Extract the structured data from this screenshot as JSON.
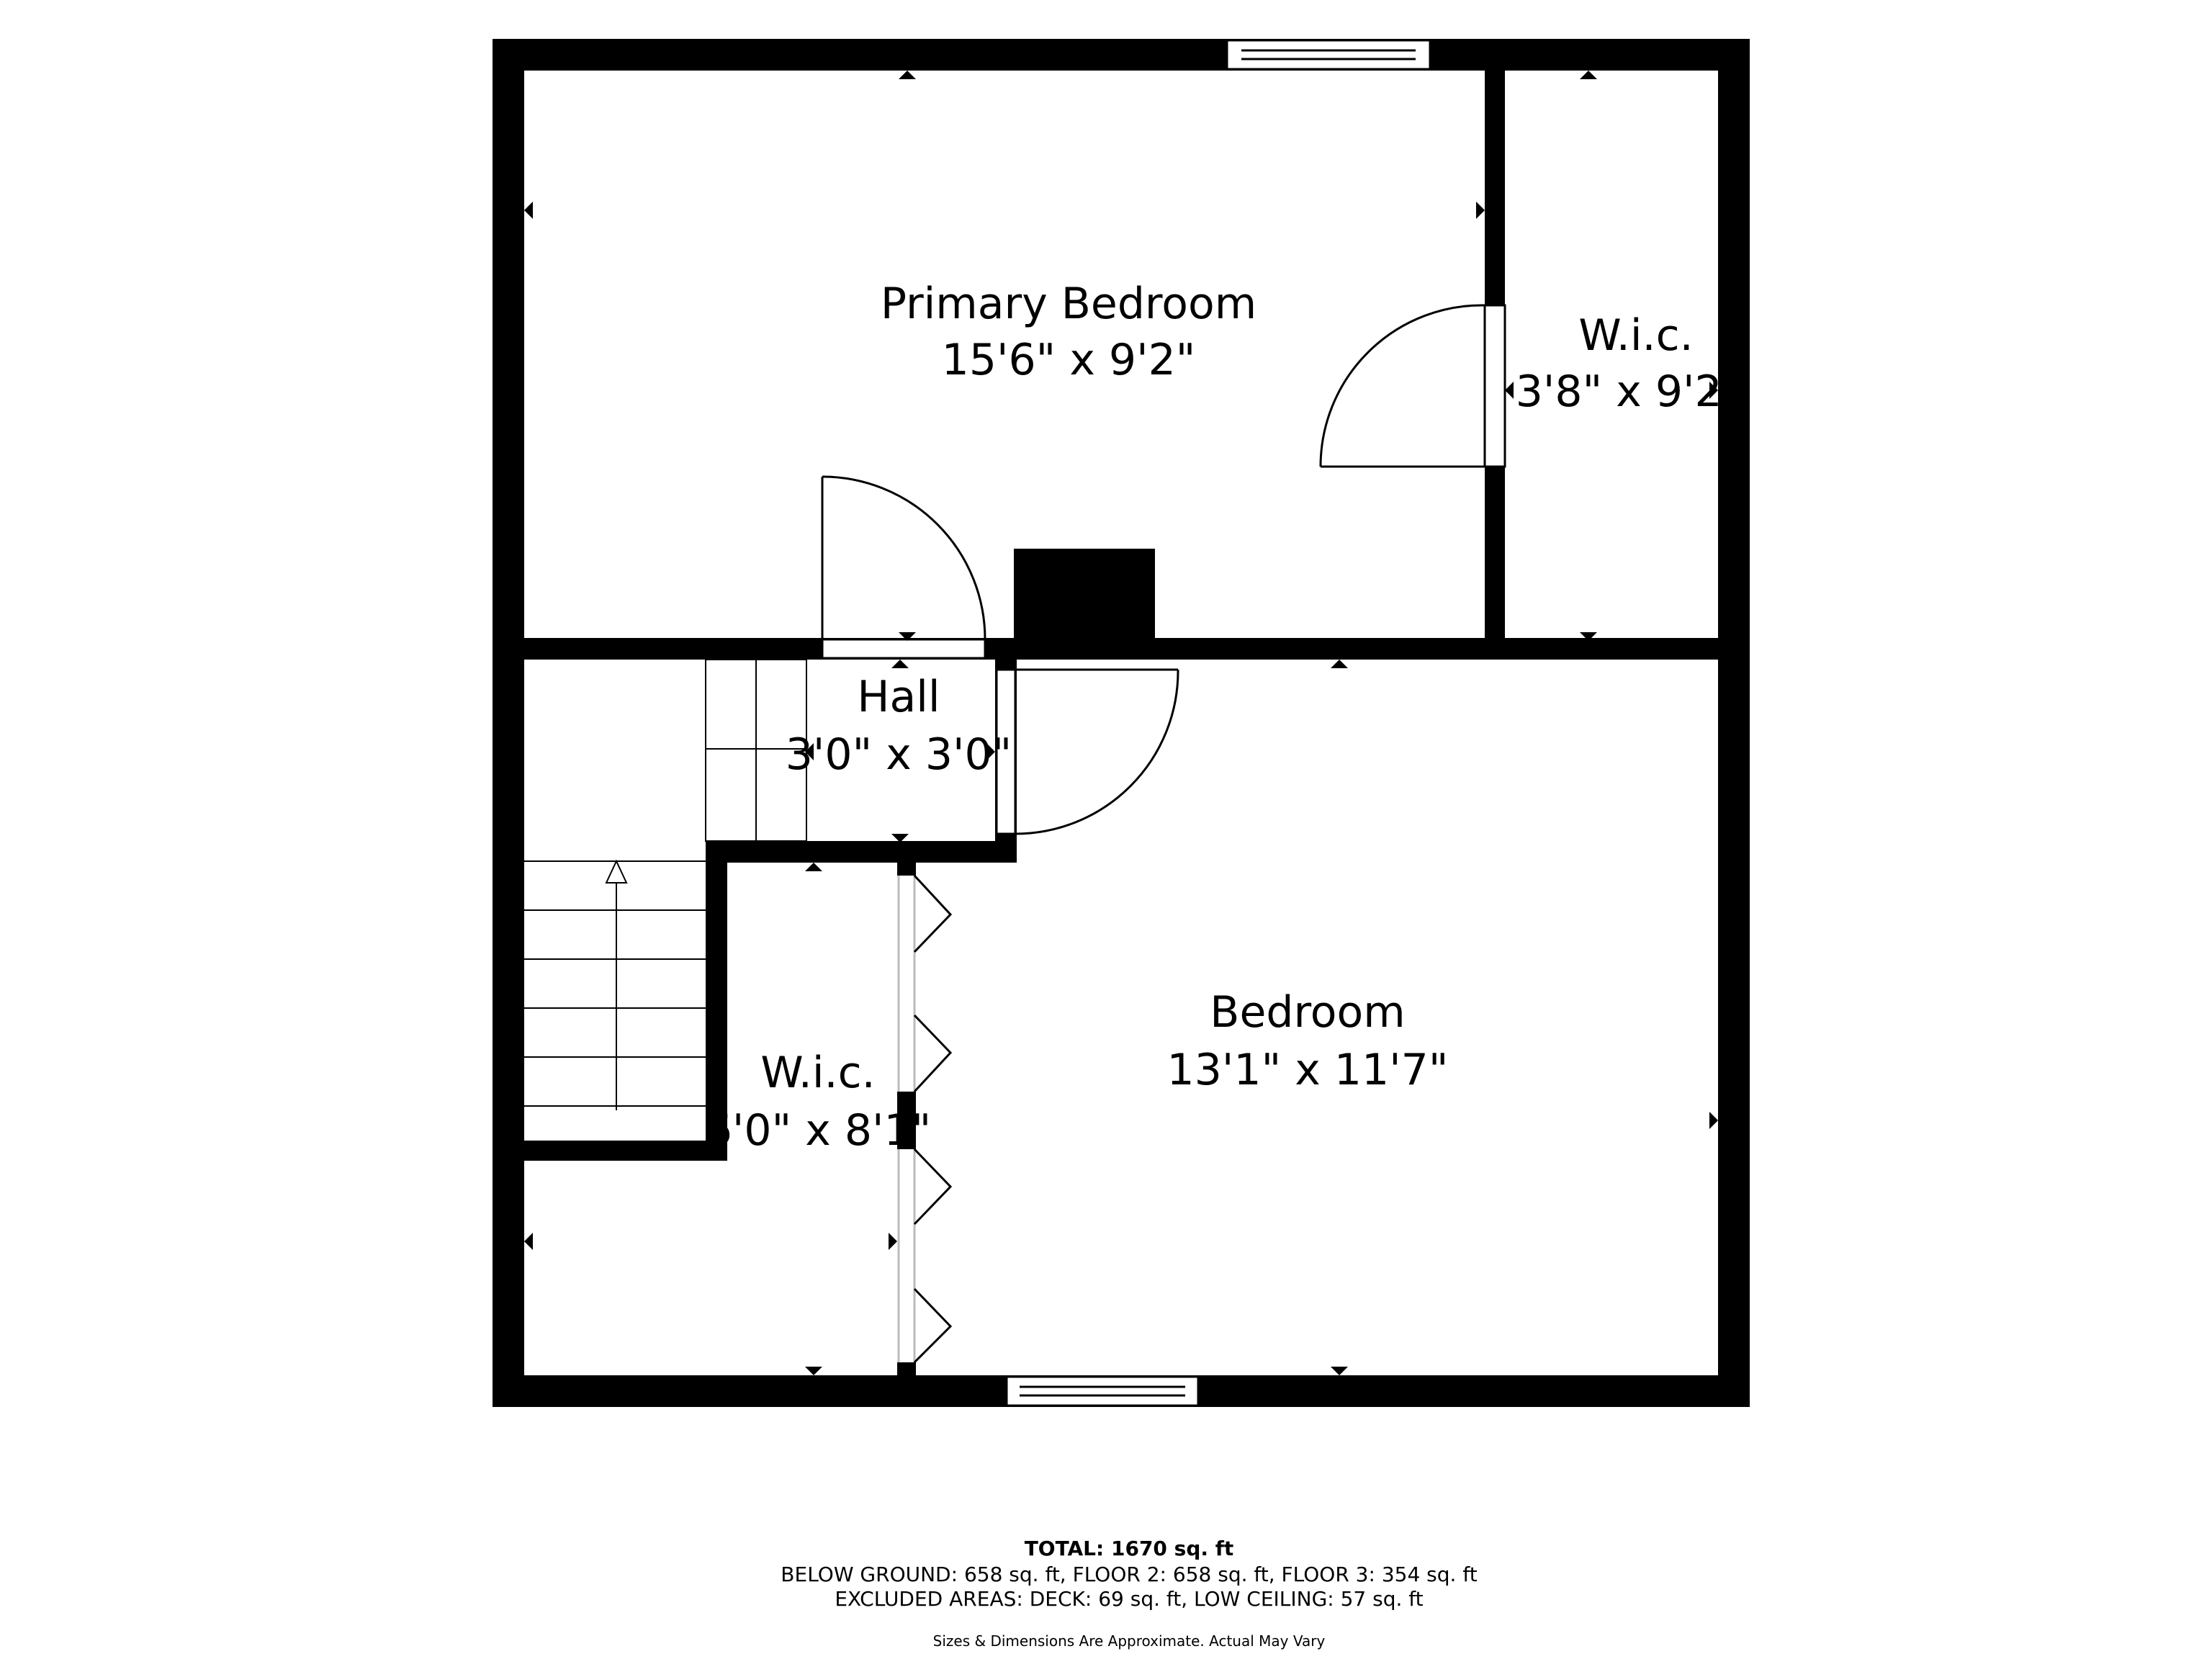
{
  "rooms": {
    "primary_bedroom": {
      "name": "Primary Bedroom",
      "dims": "15'6\" x 9'2\""
    },
    "wic_right": {
      "name": "W.i.c.",
      "dims": "3'8\" x 9'2\""
    },
    "hall": {
      "name": "Hall",
      "dims": "3'0\" x 3'0\""
    },
    "bedroom": {
      "name": "Bedroom",
      "dims": "13'1\" x 11'7\""
    },
    "wic_left": {
      "name": "W.i.c.",
      "dims": "6'0\" x 8'1\""
    }
  },
  "footer": {
    "total": "TOTAL: 1670 sq. ft",
    "breakdown": "BELOW GROUND: 658 sq. ft, FLOOR 2: 658 sq. ft, FLOOR 3: 354 sq. ft",
    "excluded": "EXCLUDED AREAS: DECK: 69 sq. ft, LOW CEILING: 57 sq. ft",
    "disclaimer": "Sizes & Dimensions Are Approximate. Actual May Vary"
  },
  "colors": {
    "wall": "#000000",
    "background": "#ffffff"
  }
}
